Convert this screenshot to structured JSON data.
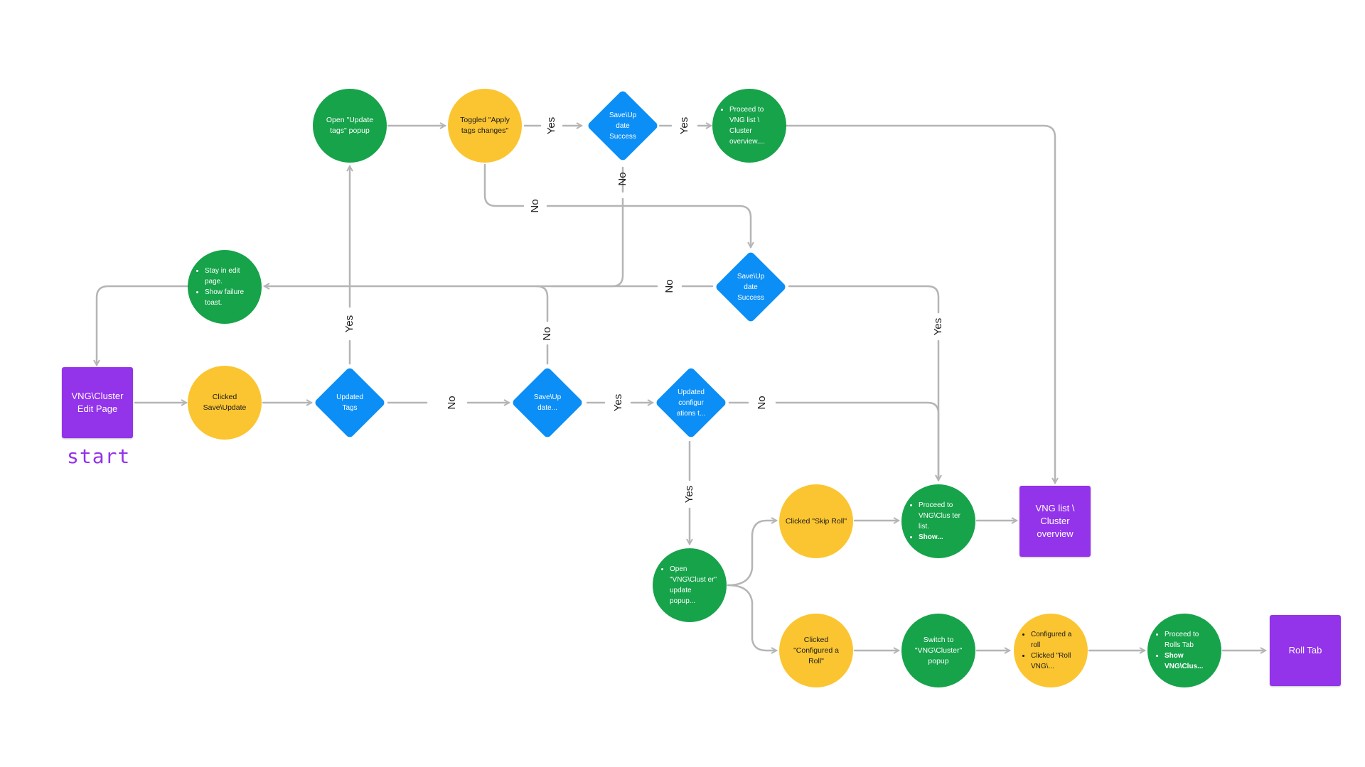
{
  "start_label": "start",
  "nodes": {
    "edit_page": "VNG\\Cluster Edit Page",
    "clicked_save": "Clicked Save\\Update",
    "updated_tags": "Updated Tags",
    "save_update_mid": "Save\\Up date...",
    "updated_config": "Updated configur ations t...",
    "open_tags_popup": "Open \"Update tags\" popup",
    "toggled_apply": "Toggled \"Apply tags changes\"",
    "save_success_top": "Save\\Up date Success",
    "proceed_top": [
      "Proceed to VNG list \\ Cluster overview...."
    ],
    "stay_edit": [
      "Stay in edit page.",
      "Show failure toast."
    ],
    "save_success_mid": "Save\\Up date Success",
    "clicked_skip": "Clicked \"Skip Roll\"",
    "proceed_list": {
      "line1": "Proceed to VNG\\Clus ter list.",
      "line2": "Show..."
    },
    "vng_list_overview": "VNG list \\ Cluster overview",
    "open_update_popup": [
      "Open \"VNG\\Clust er\" update popup..."
    ],
    "clicked_configured": "Clicked \"Configured a Roll\"",
    "switch_popup": "Switch to \"VNG\\Cluster\" popup",
    "configured_roll": [
      "Configured a roll",
      "Clicked \"Roll VNG\\..."
    ],
    "proceed_rolls": {
      "line1": "Proceed to Rolls Tab",
      "line2": "Show VNG\\Clus..."
    },
    "roll_tab": "Roll Tab"
  },
  "edge_labels": {
    "yes": "Yes",
    "no": "No"
  },
  "colors": {
    "green": "#16A34A",
    "yellow": "#FBC531",
    "blue": "#0B8EF5",
    "purple": "#9333EA",
    "connector": "#B5B5B5"
  }
}
